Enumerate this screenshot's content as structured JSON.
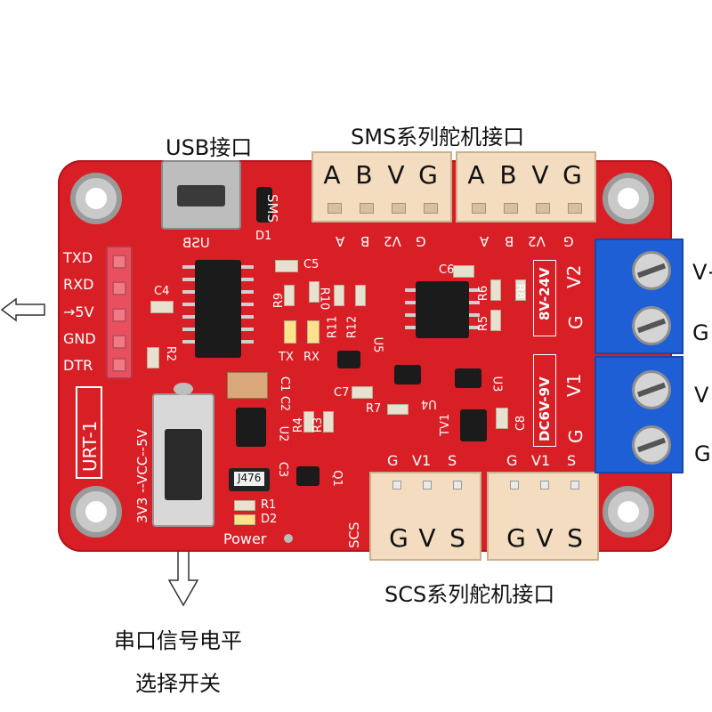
{
  "callouts": {
    "usb": "USB接口",
    "sms": "SMS系列舵机接口",
    "scs": "SCS系列舵机接口",
    "switch_line1": "串口信号电平",
    "switch_line2": "选择开关",
    "v_plus": "V+",
    "gnd": "G",
    "v_plus2": "V",
    "gnd2": "G"
  },
  "silkscreen": {
    "txd": "TXD",
    "rxd": "RXD",
    "v5": "→5V",
    "gnd": "GND",
    "dtr": "DTR",
    "usb": "USB",
    "d1": "D1",
    "c5": "C5",
    "c4": "C4",
    "r2": "R2",
    "r9": "R9",
    "r10": "R10",
    "r11": "R11",
    "r12": "R12",
    "tx": "TX",
    "rx": "RX",
    "u5": "U5",
    "c1": "C1",
    "c2": "C2",
    "c3": "C3",
    "c7": "C7",
    "r7": "R7",
    "u4": "U4",
    "u3": "U3",
    "r4": "R4",
    "r3": "R3",
    "u2": "U2",
    "q1": "Q1",
    "tv1": "TV1",
    "c8": "C8",
    "c6": "C6",
    "r6": "R6",
    "r8": "R8",
    "r5": "R5",
    "r1": "R1",
    "d2": "D2",
    "power": "Power",
    "j476": "J476",
    "sms": "SMS",
    "scs": "SCS",
    "urt": "URT-1",
    "switch_label": "3V3 --VCC--5V",
    "range_top": "8V-24V",
    "range_bottom": "DC6V-9V",
    "v2": "V2",
    "v1": "V1",
    "g": "G",
    "sms_pins": [
      "G",
      "V2",
      "B",
      "A",
      "G",
      "V2",
      "B",
      "A"
    ],
    "scs_pins_left": [
      "G",
      "V1",
      "S"
    ],
    "scs_pins_right": [
      "G",
      "V1",
      "S"
    ]
  },
  "sms_connectors": [
    {
      "letters": [
        "A",
        "B",
        "V",
        "G"
      ]
    },
    {
      "letters": [
        "A",
        "B",
        "V",
        "G"
      ]
    }
  ],
  "scs_connectors": [
    {
      "letters": [
        "G",
        "V",
        "S"
      ]
    },
    {
      "letters": [
        "G",
        "V",
        "S"
      ]
    }
  ],
  "colors": {
    "pcb": "#d81f26",
    "terminal": "#1f5fd6",
    "connector": "#f3dcc0"
  }
}
